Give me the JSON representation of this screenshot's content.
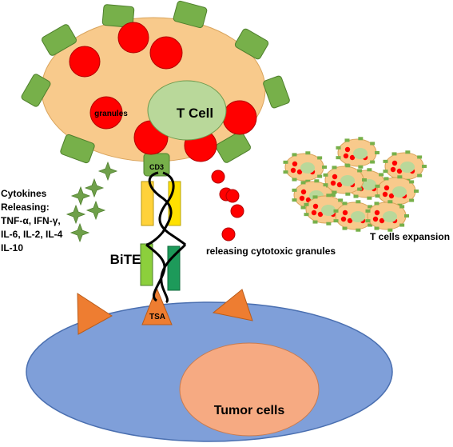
{
  "labels": {
    "t_cell": "T Cell",
    "granules": "granules",
    "cd3": "CD3",
    "tsa": "TSA",
    "bite": "BiTE",
    "tumor_cells": "Tumor cells",
    "cytokines_title": "Cytokines",
    "cytokines_releasing": "Releasing:",
    "cytokines_line1": "TNF-α, IFN-γ,",
    "cytokines_line2": "IL-6, IL-2, IL-4",
    "cytokines_line3": "IL-10",
    "releasing_granules": "releasing cytotoxic granules",
    "t_cells_expansion": "T cells expansion"
  },
  "colors": {
    "t_cell_body": "#f8ca8c",
    "receptor_green": "#77b04a",
    "granule_red": "#ff0000",
    "nucleus_green": "#b9d89a",
    "bite_yellow": "#ffe100",
    "bite_green": "#5fb54a",
    "tumor_blue": "#7f9fd9",
    "tumor_nucleus": "#f6aa82",
    "tsa_orange": "#ee7d31",
    "star_green": "#6fa04a"
  }
}
